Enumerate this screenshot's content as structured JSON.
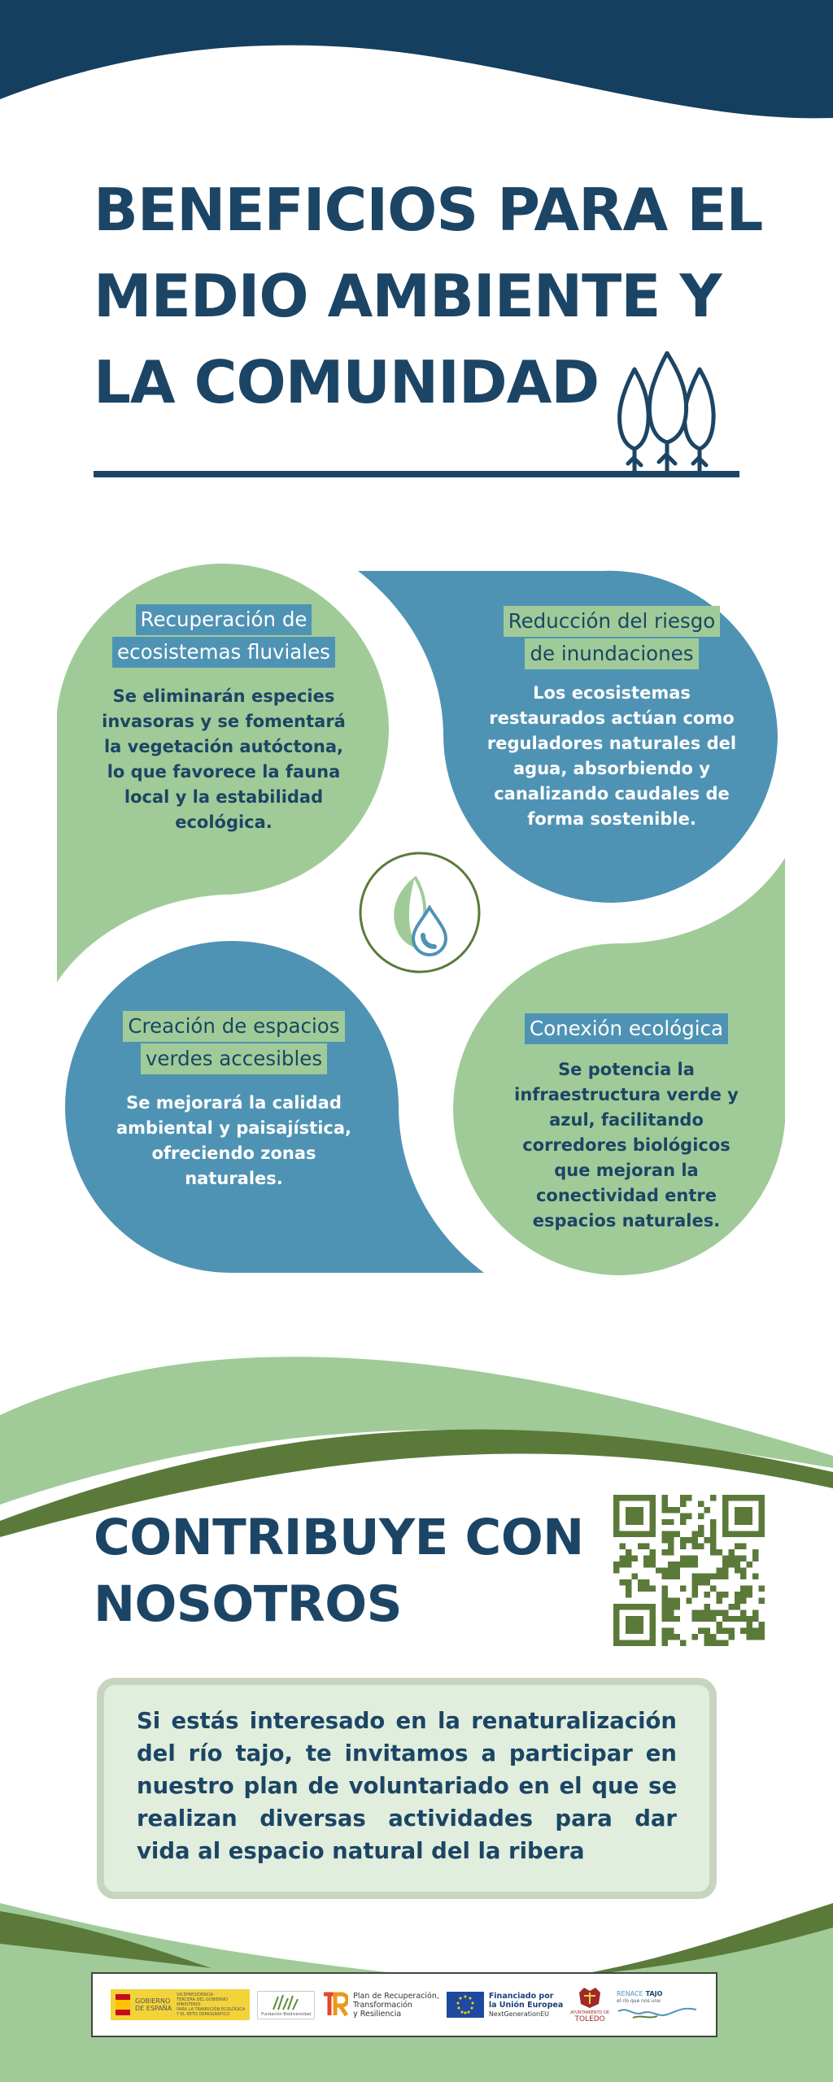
{
  "colors": {
    "navy": "#1c4565",
    "blue": "#4f93b4",
    "green": "#a0cb98",
    "dark_green": "#5b7a3a",
    "pale_green": "#e1eedd"
  },
  "header": {
    "title_lines": [
      "BENEFICIOS PARA EL",
      "MEDIO AMBIENTE Y",
      "LA COMUNIDAD"
    ],
    "icon": "trees-icon"
  },
  "benefits": [
    {
      "title_lines": [
        "Recuperación de",
        "ecosistemas fluviales"
      ],
      "text_lines": [
        "Se eliminarán especies",
        "invasoras y se fomentará",
        "la vegetación autóctona,",
        "lo que favorece la fauna",
        "local y la estabilidad",
        "ecológica."
      ]
    },
    {
      "title_lines": [
        "Reducción del riesgo",
        "de inundaciones"
      ],
      "text_lines": [
        "Los ecosistemas",
        "restaurados actúan como",
        "reguladores naturales del",
        "agua, absorbiendo y",
        "canalizando caudales de",
        "forma sostenible."
      ]
    },
    {
      "title_lines": [
        "Creación de espacios",
        "verdes accesibles"
      ],
      "text_lines": [
        "Se mejorará la calidad",
        "ambiental y paisajística,",
        "ofreciendo zonas",
        "naturales."
      ]
    },
    {
      "title_lines": [
        "Conexión ecológica"
      ],
      "text_lines": [
        "Se potencia la",
        "infraestructura verde y",
        "azul, facilitando",
        "corredores biológicos",
        "que mejoran la",
        "conectividad entre",
        "espacios naturales."
      ]
    }
  ],
  "center_icon": "leaf-water-drop-icon",
  "cta": {
    "title_lines": [
      "CONTRIBUYE CON",
      "NOSOTROS"
    ],
    "qr_icon": "qr-code-icon",
    "invite_text": "Si estás interesado en la renaturalización del río tajo, te invitamos a participar en nuestro plan de voluntariado en el que se realizan diversas actividades para dar vida al espacio natural del la ribera"
  },
  "logos": {
    "gobierno": [
      "GOBIERNO",
      "DE ESPAÑA"
    ],
    "ministerio": [
      "VICEPRESIDENCIA",
      "TERCERA DEL GOBIERNO",
      "MINISTERIO",
      "PARA LA TRANSICIÓN ECOLÓGICA",
      "Y EL RETO DEMOGRÁFICO"
    ],
    "fundacion": "Fundación Biodiversidad",
    "plan": [
      "Plan de Recuperación,",
      "Transformación",
      "y Resiliencia"
    ],
    "eu": [
      "Financiado por",
      "la Unión Europea",
      "NextGenerationEU"
    ],
    "toledo": [
      "AYUNTAMIENTO DE",
      "TOLEDO"
    ],
    "renace": [
      "RENACE",
      "TAJO",
      "el río que nos une"
    ]
  }
}
